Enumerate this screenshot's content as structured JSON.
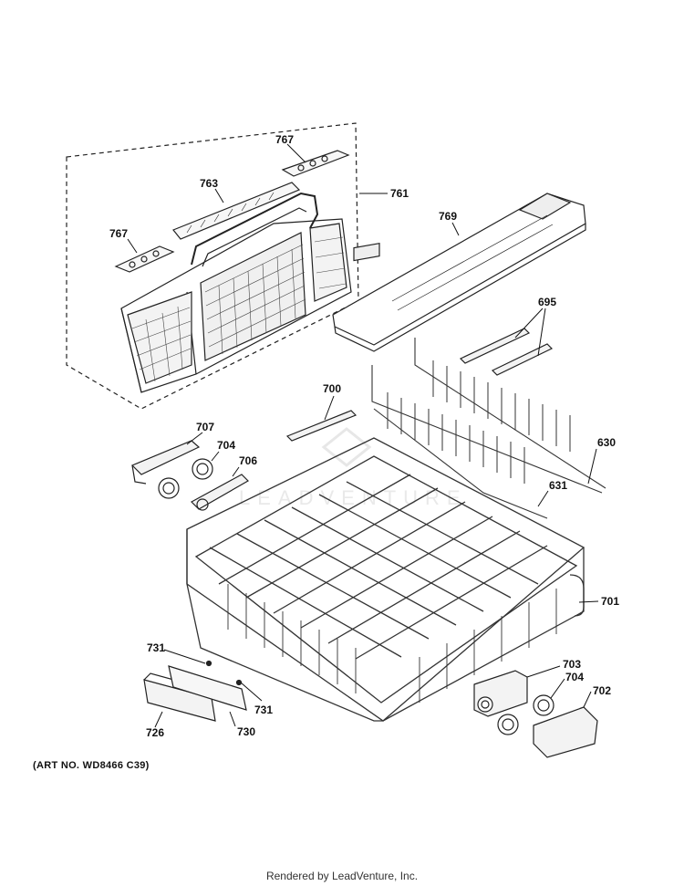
{
  "diagram": {
    "art_number": "(ART NO. WD8466 C39)",
    "watermark": "LEADVENTURE",
    "footer": "Rendered by LeadVenture, Inc.",
    "callouts": {
      "c767_top": "767",
      "c763": "763",
      "c761": "761",
      "c767_left": "767",
      "c769": "769",
      "c695": "695",
      "c700": "700",
      "c707": "707",
      "c704_left": "704",
      "c706": "706",
      "c630": "630",
      "c631": "631",
      "c701": "701",
      "c731_left": "731",
      "c731_right": "731",
      "c726": "726",
      "c730": "730",
      "c703": "703",
      "c704_right": "704",
      "c702": "702"
    }
  }
}
